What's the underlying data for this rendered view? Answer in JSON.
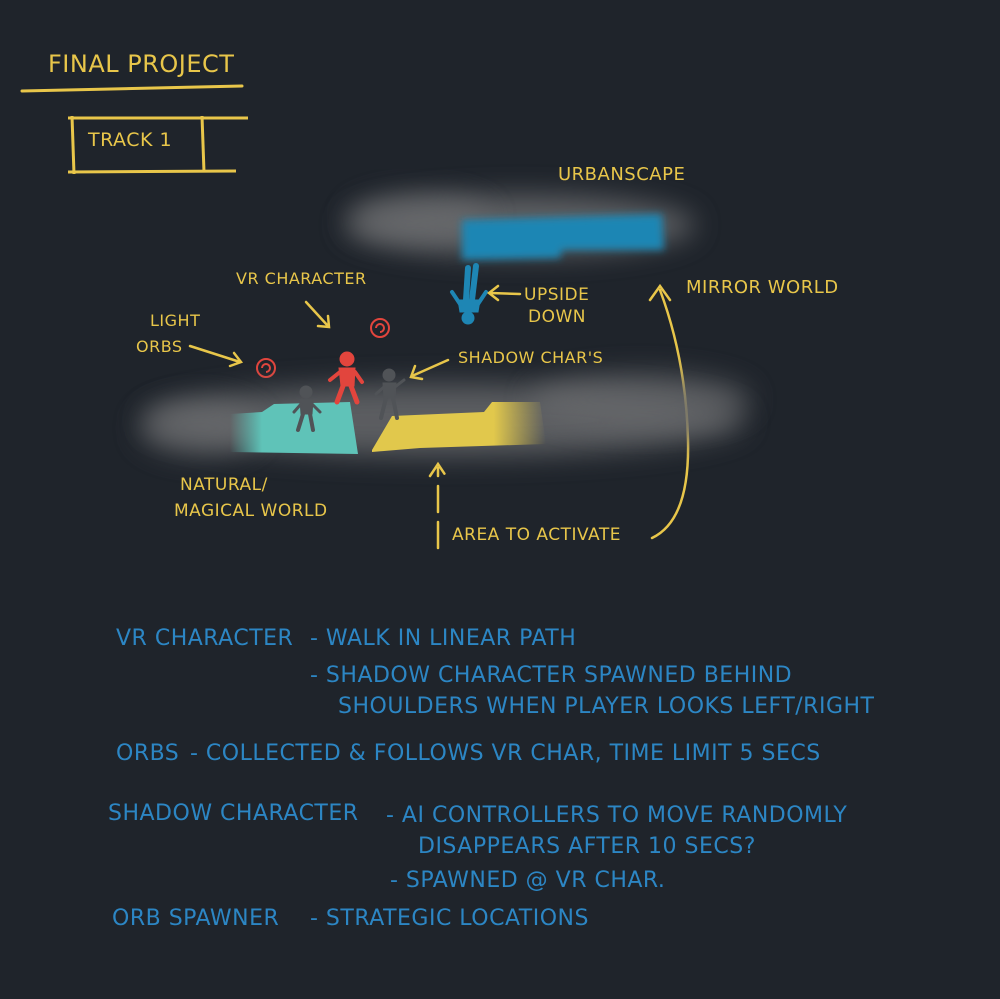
{
  "header": {
    "title": "FINAL PROJECT",
    "track_label": "TRACK 1"
  },
  "diagram": {
    "urbanscape": "URBANSCAPE",
    "upside_down_line1": "UPSIDE",
    "upside_down_line2": "DOWN",
    "mirror_world": "MIRROR WORLD",
    "vr_character": "VR CHARACTER",
    "light_orbs_line1": "LIGHT",
    "light_orbs_line2": "ORBS",
    "shadow_chars": "SHADOW CHAR'S",
    "natural_line1": "NATURAL/",
    "natural_line2": "MAGICAL WORLD",
    "area_to_activate": "AREA TO ACTIVATE"
  },
  "notes": {
    "vr_character_label": "VR CHARACTER",
    "vr_character_1": "- WALK IN LINEAR PATH",
    "vr_character_2": "- SHADOW CHARACTER SPAWNED BEHIND",
    "vr_character_3": "SHOULDERS WHEN PLAYER LOOKS LEFT/RIGHT",
    "orbs_label": "ORBS",
    "orbs_1": "- COLLECTED & FOLLOWS VR CHAR, TIME LIMIT 5 SECS",
    "shadow_label": "SHADOW CHARACTER",
    "shadow_1": "- AI CONTROLLERS TO MOVE RANDOMLY",
    "shadow_2": "DISAPPEARS AFTER 10 SECS?",
    "shadow_3": "- SPAWNED @ VR CHAR.",
    "spawner_label": "ORB SPAWNER",
    "spawner_1": "- STRATEGIC LOCATIONS"
  },
  "colors": {
    "background": "#1f242b",
    "yellow_ink": "#e8c64a",
    "blue_ink": "#2c86c4",
    "urban_blue": "#1e86b4",
    "teal_ground": "#5fc3b8",
    "yellow_ground": "#e1c84c",
    "vr_red": "#e2453d",
    "shadow_gray": "#505357",
    "smoke_gray": "#6a6c6e"
  }
}
